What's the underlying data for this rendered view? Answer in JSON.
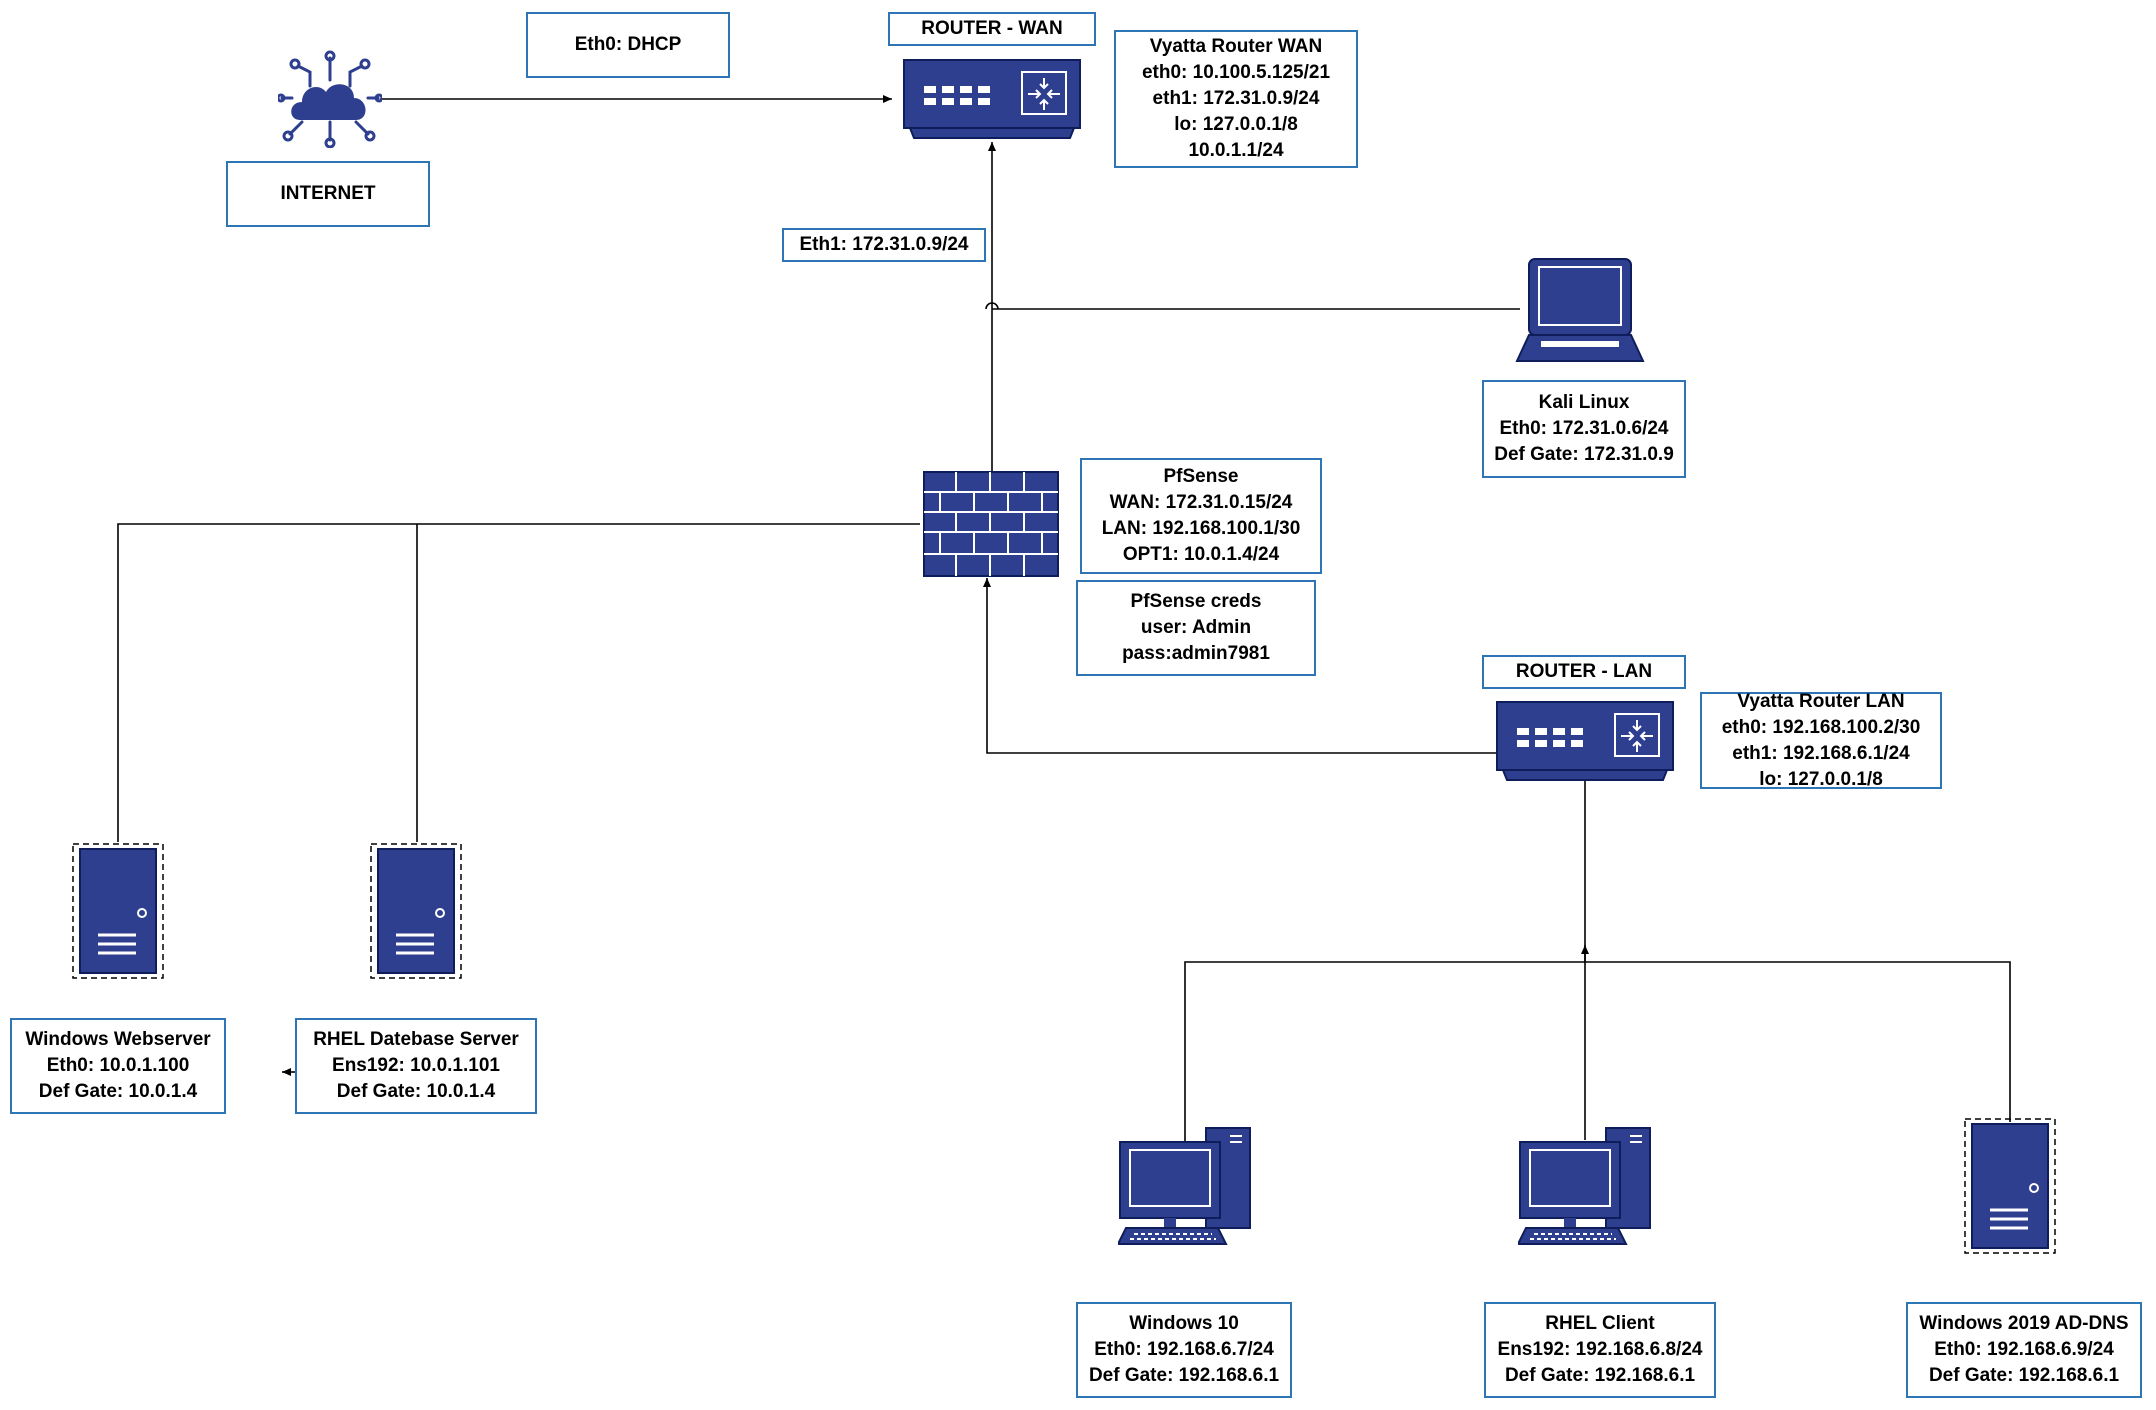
{
  "colors": {
    "device": "#2f3f8f",
    "device_stroke": "#0f1e5a",
    "label_border": "#2e75b6",
    "line": "#000000"
  },
  "icons": {
    "internet": "cloud-network-icon",
    "router_wan": "router-icon",
    "router_lan": "router-icon",
    "firewall": "firewall-icon",
    "kali": "laptop-icon",
    "webserver": "server-icon",
    "db_server": "server-icon",
    "win10": "desktop-computer-icon",
    "rhel_client": "desktop-computer-icon",
    "ad_dns": "server-icon"
  },
  "labels": {
    "internet": [
      "INTERNET"
    ],
    "eth0_dhcp": [
      "Eth0: DHCP"
    ],
    "router_wan_title": [
      "ROUTER - WAN"
    ],
    "router_wan_info": [
      "Vyatta Router WAN",
      "eth0: 10.100.5.125/21",
      "eth1: 172.31.0.9/24",
      "lo: 127.0.0.1/8",
      "10.0.1.1/24"
    ],
    "eth1_link": [
      "Eth1: 172.31.0.9/24"
    ],
    "kali": [
      "Kali Linux",
      "Eth0: 172.31.0.6/24",
      "Def Gate: 172.31.0.9"
    ],
    "pfsense": [
      "PfSense",
      "WAN: 172.31.0.15/24",
      "LAN: 192.168.100.1/30",
      "OPT1: 10.0.1.4/24"
    ],
    "pfsense_creds": [
      "PfSense creds",
      "user: Admin",
      "pass:admin7981"
    ],
    "router_lan_title": [
      "ROUTER - LAN"
    ],
    "router_lan_info": [
      "Vyatta Router LAN",
      "eth0: 192.168.100.2/30",
      "eth1: 192.168.6.1/24",
      "lo: 127.0.0.1/8"
    ],
    "webserver": [
      "Windows Webserver",
      "Eth0: 10.0.1.100",
      "Def Gate: 10.0.1.4"
    ],
    "db_server": [
      "RHEL Datebase Server",
      "Ens192: 10.0.1.101",
      "Def Gate: 10.0.1.4"
    ],
    "win10": [
      "Windows 10",
      "Eth0: 192.168.6.7/24",
      "Def Gate: 192.168.6.1"
    ],
    "rhel_client": [
      "RHEL Client",
      "Ens192: 192.168.6.8/24",
      "Def Gate: 192.168.6.1"
    ],
    "ad_dns": [
      "Windows 2019 AD-DNS",
      "Eth0: 192.168.6.9/24",
      "Def Gate: 192.168.6.1"
    ]
  }
}
